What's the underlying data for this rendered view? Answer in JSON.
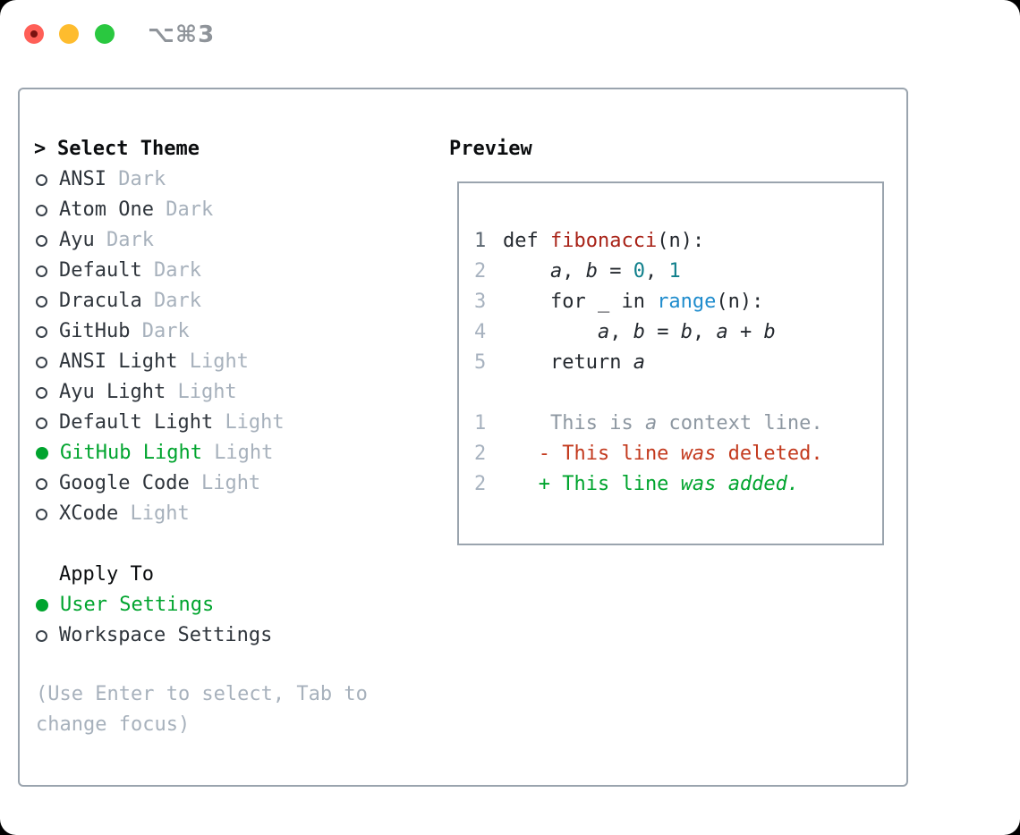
{
  "window": {
    "title": "⌥⌘3",
    "traffic_lights": [
      "close",
      "minimize",
      "zoom"
    ]
  },
  "theme_picker": {
    "prompt": ">",
    "header": "Select Theme",
    "items": [
      {
        "name": "ANSI",
        "variant": "Dark",
        "selected": false
      },
      {
        "name": "Atom One",
        "variant": "Dark",
        "selected": false
      },
      {
        "name": "Ayu",
        "variant": "Dark",
        "selected": false
      },
      {
        "name": "Default",
        "variant": "Dark",
        "selected": false
      },
      {
        "name": "Dracula",
        "variant": "Dark",
        "selected": false
      },
      {
        "name": "GitHub",
        "variant": "Dark",
        "selected": false
      },
      {
        "name": "ANSI Light",
        "variant": "Light",
        "selected": false
      },
      {
        "name": "Ayu Light",
        "variant": "Light",
        "selected": false
      },
      {
        "name": "Default Light",
        "variant": "Light",
        "selected": false
      },
      {
        "name": "GitHub Light",
        "variant": "Light",
        "selected": true
      },
      {
        "name": "Google Code",
        "variant": "Light",
        "selected": false
      },
      {
        "name": "XCode",
        "variant": "Light",
        "selected": false
      }
    ]
  },
  "apply_to": {
    "header": "Apply To",
    "options": [
      {
        "name": "User Settings",
        "selected": true
      },
      {
        "name": "Workspace Settings",
        "selected": false
      }
    ]
  },
  "help_text": {
    "line1": "(Use Enter to select, Tab to",
    "line2": "change focus)"
  },
  "preview": {
    "header": "Preview",
    "lines": [
      {
        "num": "1",
        "num_style": "strong",
        "segments": [
          {
            "text": "def ",
            "role": "default"
          },
          {
            "text": "fibonacci",
            "role": "function"
          },
          {
            "text": "(n):",
            "role": "default"
          }
        ]
      },
      {
        "num": "2",
        "segments": [
          {
            "text": "    ",
            "role": "default"
          },
          {
            "text": "a",
            "role": "default",
            "italic": true
          },
          {
            "text": ", ",
            "role": "default"
          },
          {
            "text": "b",
            "role": "default",
            "italic": true
          },
          {
            "text": " = ",
            "role": "default"
          },
          {
            "text": "0",
            "role": "literal"
          },
          {
            "text": ", ",
            "role": "default"
          },
          {
            "text": "1",
            "role": "literal"
          }
        ]
      },
      {
        "num": "3",
        "segments": [
          {
            "text": "    for _ in ",
            "role": "default"
          },
          {
            "text": "range",
            "role": "call"
          },
          {
            "text": "(n):",
            "role": "default"
          }
        ]
      },
      {
        "num": "4",
        "segments": [
          {
            "text": "        ",
            "role": "default"
          },
          {
            "text": "a",
            "role": "default",
            "italic": true
          },
          {
            "text": ", ",
            "role": "default"
          },
          {
            "text": "b",
            "role": "default",
            "italic": true
          },
          {
            "text": " = ",
            "role": "default"
          },
          {
            "text": "b",
            "role": "default",
            "italic": true
          },
          {
            "text": ", ",
            "role": "default"
          },
          {
            "text": "a",
            "role": "default",
            "italic": true
          },
          {
            "text": " + ",
            "role": "default"
          },
          {
            "text": "b",
            "role": "default",
            "italic": true
          }
        ]
      },
      {
        "num": "5",
        "segments": [
          {
            "text": "    return ",
            "role": "default"
          },
          {
            "text": "a",
            "role": "default",
            "italic": true
          }
        ]
      },
      {
        "blank": true
      },
      {
        "num": "1",
        "segments": [
          {
            "text": "    This is ",
            "role": "context"
          },
          {
            "text": "a",
            "role": "context",
            "italic": true
          },
          {
            "text": " context line.",
            "role": "context"
          }
        ]
      },
      {
        "num": "2",
        "segments": [
          {
            "text": "   - This line ",
            "role": "deleted"
          },
          {
            "text": "was",
            "role": "deleted",
            "italic": true
          },
          {
            "text": " deleted.",
            "role": "deleted"
          }
        ]
      },
      {
        "num": "2",
        "segments": [
          {
            "text": "   + This line ",
            "role": "added"
          },
          {
            "text": "was",
            "role": "added",
            "italic": true
          },
          {
            "text": " ",
            "role": "added"
          },
          {
            "text": "added.",
            "role": "added",
            "italic": true
          }
        ]
      }
    ]
  },
  "colors": {
    "accent_green": "#00a42e",
    "deleted_red": "#c33a1e",
    "function_red": "#a82217",
    "literal_teal": "#0f7f8b",
    "call_blue": "#1f8ccd",
    "muted_gray": "#a7b1bc",
    "border_gray": "#9aa4ae",
    "traffic_red": "#ff5f57",
    "traffic_yellow": "#febc2e",
    "traffic_green": "#2ac840"
  }
}
